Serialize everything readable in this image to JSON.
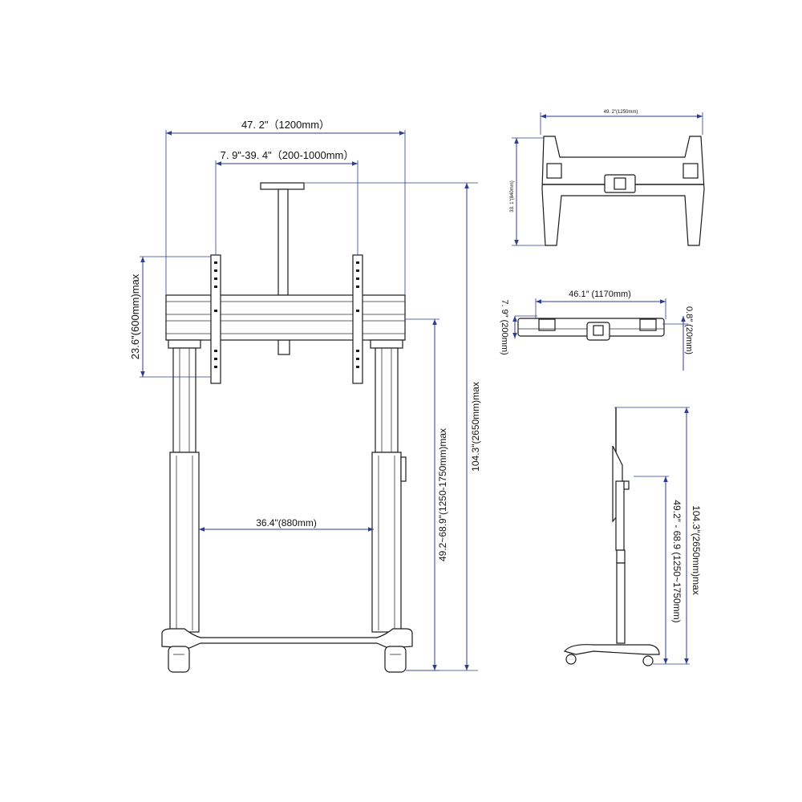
{
  "front_view": {
    "overall_width": "47. 2\"（1200mm）",
    "vesa_range": "7. 9\"-39. 4\"（200-1000mm）",
    "vesa_height": "23.6\"(600mm)max",
    "base_width": "36.4\"(880mm)",
    "screen_height": "49.2~68.9\"(1250-1750mm)max",
    "total_height": "104.3\"(2650mm)max"
  },
  "top_view": {
    "width": "49. 2\"(1250mm)",
    "depth": "33. 1\"(840mm)"
  },
  "bottom_view": {
    "width": "46.1″  (1170mm)",
    "left_offset": "7. 9″ (200mm)",
    "right_offset": "0.8″ (20mm)"
  },
  "side_view": {
    "screen_height": "49.2″ - 68.9 (1250~1750mm)",
    "total_height": "104.3″(2650mm)max"
  }
}
